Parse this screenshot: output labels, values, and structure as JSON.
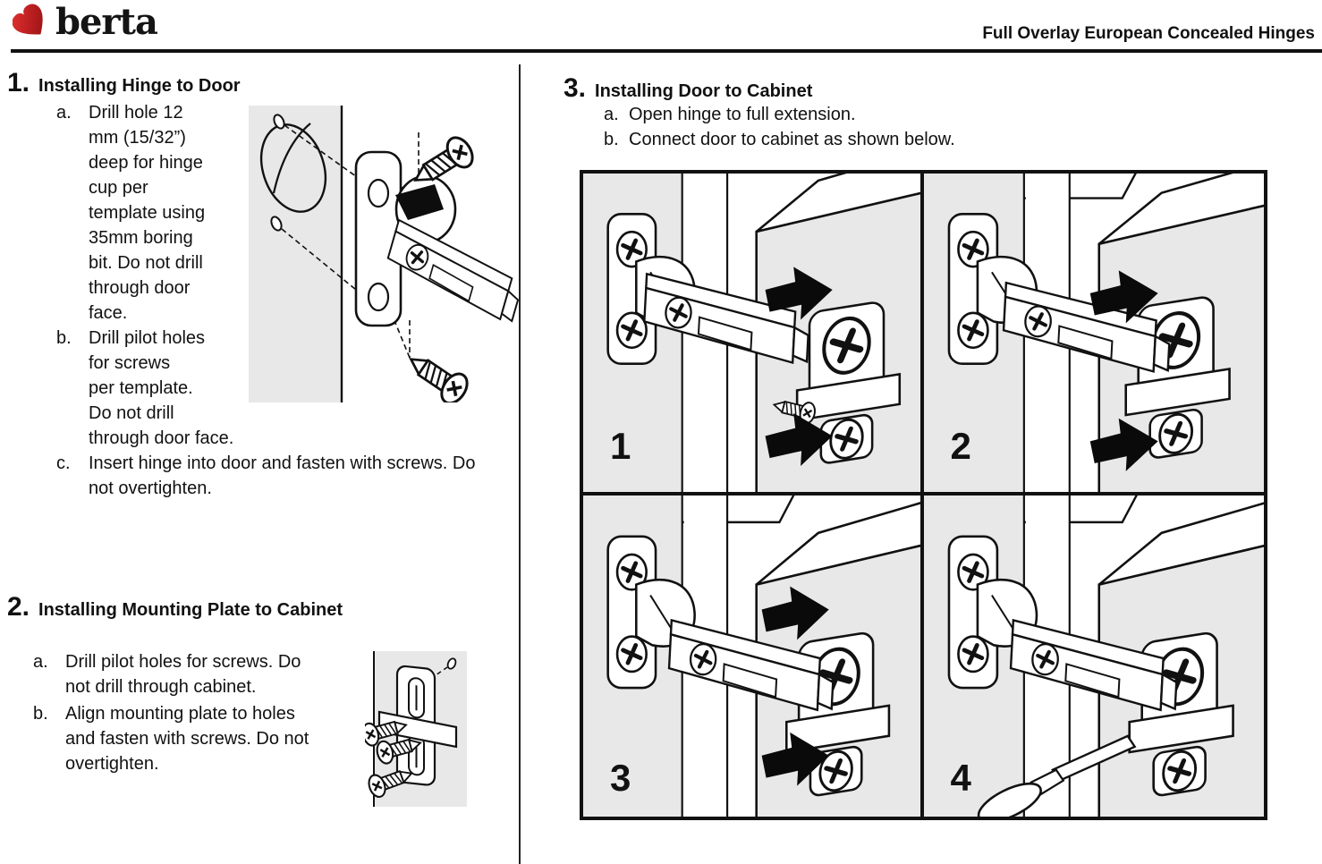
{
  "header": {
    "logo_text": "berta",
    "title": "Full Overlay European Concealed Hinges",
    "logo_red": "#c01113"
  },
  "sections": {
    "s1": {
      "number": "1.",
      "title": "Installing Hinge to Door",
      "items": [
        {
          "marker": "a.",
          "text": "Drill hole 12\nmm (15/32”)\ndeep for hinge\ncup per\ntemplate using\n35mm boring\nbit. Do not drill\nthrough door\nface."
        },
        {
          "marker": "b.",
          "text": "Drill pilot holes\nfor screws\nper template.\nDo not drill\nthrough door face."
        },
        {
          "marker": "c.",
          "text": "Insert hinge into door and fasten with screws. Do\nnot overtighten."
        }
      ]
    },
    "s2": {
      "number": "2.",
      "title": "Installing Mounting Plate to Cabinet",
      "items": [
        {
          "marker": "a.",
          "text": "Drill pilot holes for screws. Do\nnot drill through cabinet."
        },
        {
          "marker": "b.",
          "text": "Align mounting plate to holes\nand fasten with screws. Do not\novertighten."
        }
      ]
    },
    "s3": {
      "number": "3.",
      "title": "Installing Door to Cabinet",
      "items": [
        {
          "marker": "a.",
          "text": "Open hinge to full extension."
        },
        {
          "marker": "b.",
          "text": "Connect door to cabinet as shown below."
        }
      ],
      "panels": [
        {
          "label": "1"
        },
        {
          "label": "2"
        },
        {
          "label": "3"
        },
        {
          "label": "4"
        }
      ]
    }
  },
  "colors": {
    "panel_gray": "#e8e8e8",
    "line_black": "#111111",
    "logo_red_light": "#e43030",
    "logo_red_dark": "#8d0d10"
  }
}
